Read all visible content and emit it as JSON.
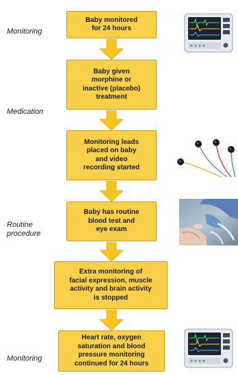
{
  "stages": [
    {
      "label": "Monitoring"
    },
    {
      "label": "Medication"
    },
    {
      "label": "Routine\nprocedure"
    },
    {
      "label": "Monitoring"
    }
  ],
  "steps": [
    {
      "text": "Baby monitored\nfor 24 hours"
    },
    {
      "text": "Baby given\nmorphine or\ninactive (placebo)\ntreatment"
    },
    {
      "text": "Monitoring leads\nplaced on baby\nand video\nrecording started"
    },
    {
      "text": "Baby has routine\nblood test and\neye exam"
    },
    {
      "text": "Extra monitoring of\nfacial expression, muscle\nactivity and brain activity\nis stopped"
    },
    {
      "text": "Heart rate, oxygen\nsaturation and blood\npressure monitoring\ncontinued for 24 hours"
    }
  ],
  "illustrations": [
    {
      "icon": "patient-monitor-icon"
    },
    {
      "icon": "monitoring-leads-icon"
    },
    {
      "icon": "baby-heel-blood-test-icon"
    },
    {
      "icon": "patient-monitor-icon"
    }
  ],
  "colors": {
    "box_fill": "#f9d04a",
    "box_border": "#c89c1a",
    "arrow_fill": "#f7c51e"
  }
}
